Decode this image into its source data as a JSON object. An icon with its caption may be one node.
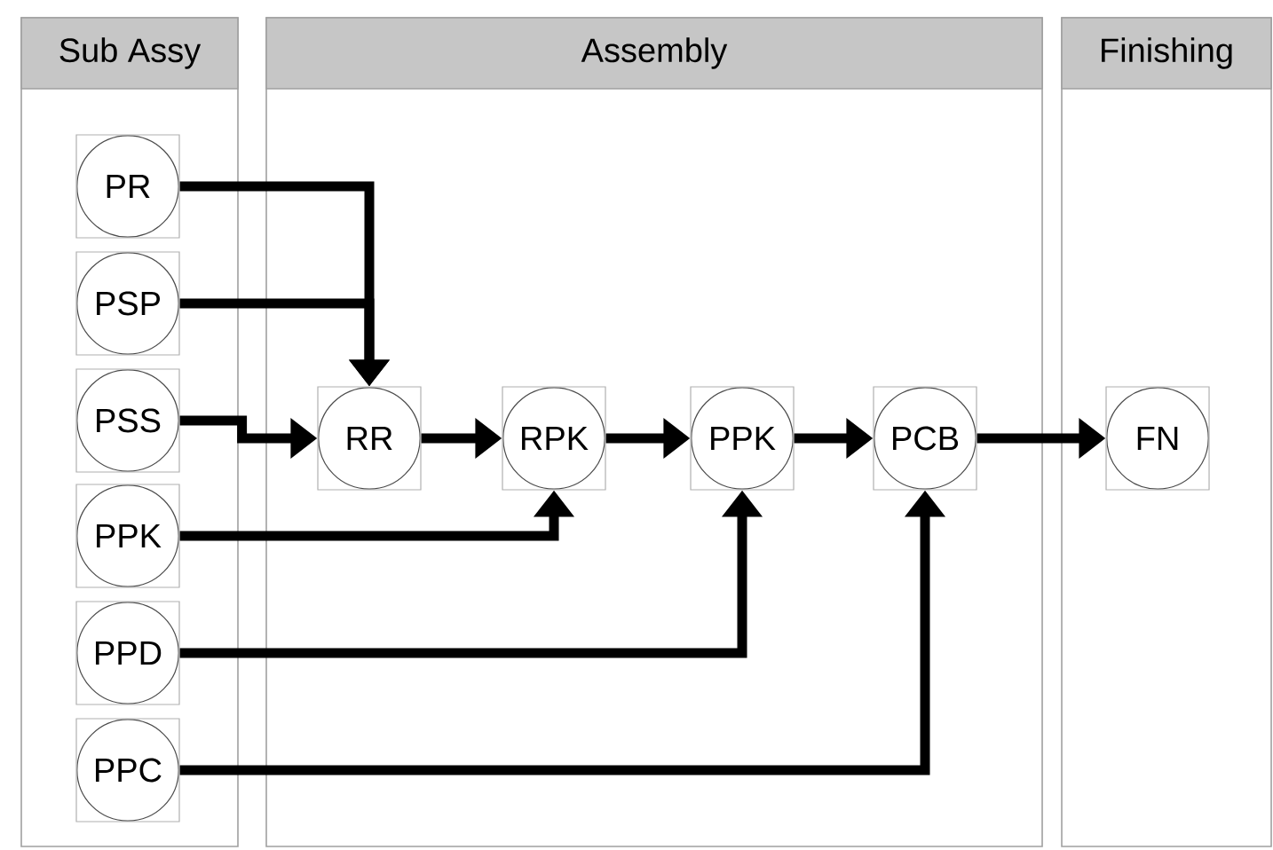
{
  "diagram": {
    "nodes": [
      {
        "text": [
          "Sub Assy"
        ]
      },
      {
        "text": [
          "PR"
        ],
        "in": 0
      },
      {
        "text": [
          "PSP"
        ],
        "in": 0
      },
      {
        "text": [
          "PSS"
        ],
        "in": 0
      },
      {
        "text": [
          "PPK"
        ],
        "in": 0
      },
      {
        "text": [
          "PPD"
        ],
        "in": 0
      },
      {
        "text": [
          "PPC"
        ],
        "in": 0
      },
      {
        "text": [
          "Assembly"
        ]
      },
      {
        "text": [
          "RR"
        ],
        "in": 7
      },
      {
        "text": [
          "RPK"
        ],
        "in": 7
      },
      {
        "text": [
          "PPK"
        ],
        "in": 7
      },
      {
        "text": [
          "PCB"
        ],
        "in": 7
      },
      {
        "text": [
          "Finishing"
        ]
      },
      {
        "text": [
          "FN"
        ],
        "in": 12
      }
    ],
    "edges": [
      {
        "from": 1,
        "to": 8,
        "arrow": "to"
      },
      {
        "from": 2,
        "to": 8,
        "arrow": "to"
      },
      {
        "from": 3,
        "to": 8,
        "arrow": "to"
      },
      {
        "from": 4,
        "to": 9,
        "arrow": "to"
      },
      {
        "from": 5,
        "to": 10,
        "arrow": "to"
      },
      {
        "from": 6,
        "to": 11,
        "arrow": "to"
      },
      {
        "from": 8,
        "to": 9,
        "arrow": "to"
      },
      {
        "from": 9,
        "to": 10,
        "arrow": "to"
      },
      {
        "from": 10,
        "to": 11,
        "arrow": "to"
      },
      {
        "from": 11,
        "to": 13,
        "arrow": "to"
      }
    ]
  }
}
